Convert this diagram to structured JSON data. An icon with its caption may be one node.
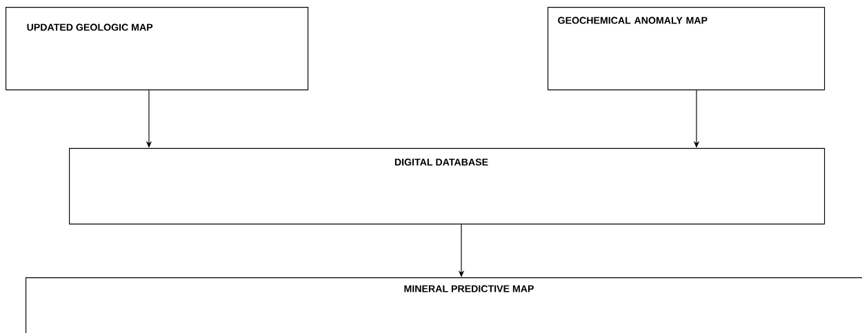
{
  "diagram": {
    "nodes": [
      {
        "text": [
          "UPDATED GEOLOGIC MAP"
        ]
      },
      {
        "text": [
          "GEOCHEMICAL ANOMALY MAP"
        ]
      },
      {
        "text": [
          "DIGITAL DATABASE"
        ]
      },
      {
        "text": [
          "MINERAL PREDICTIVE MAP"
        ]
      }
    ],
    "edges": [
      {
        "from": 0,
        "to": 2,
        "arrow": "to"
      },
      {
        "from": 1,
        "to": 2,
        "arrow": "to"
      },
      {
        "from": 2,
        "to": 3,
        "arrow": "to"
      }
    ]
  }
}
